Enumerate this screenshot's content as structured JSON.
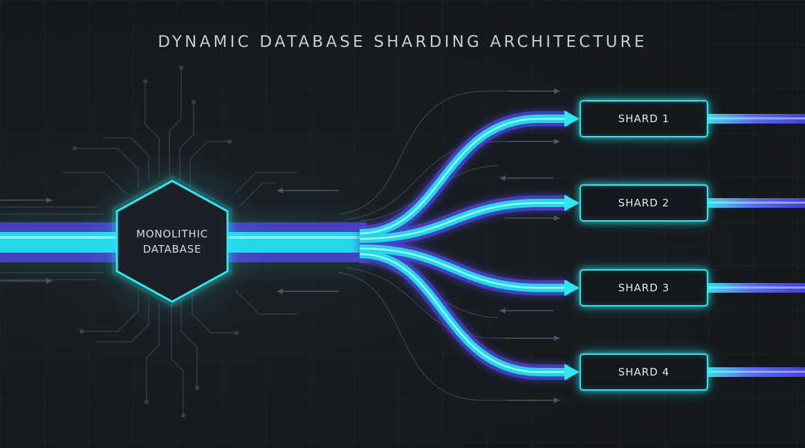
{
  "title": "DYNAMIC DATABASE SHARDING ARCHITECTURE",
  "source": {
    "line1": "MONOLITHIC",
    "line2": "DATABASE"
  },
  "shards": [
    {
      "label": "SHARD 1"
    },
    {
      "label": "SHARD 2"
    },
    {
      "label": "SHARD 3"
    },
    {
      "label": "SHARD 4"
    }
  ],
  "colors": {
    "background": "#171a1e",
    "cyan": "#2ee8f0",
    "violet": "#5a4ee0",
    "text": "#d6dde2",
    "circuit": "#3a454d"
  }
}
